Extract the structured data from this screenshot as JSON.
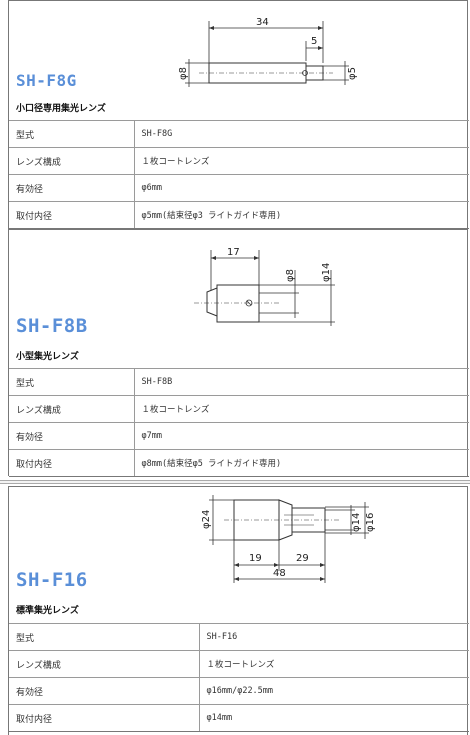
{
  "products": [
    {
      "model": "SH-F8G",
      "subtitle": "小口径専用集光レンズ",
      "diagram_labels": {
        "length": "34",
        "tip": "5",
        "d_left": "φ8",
        "d_right": "φ5"
      },
      "specs": [
        {
          "key": "型式",
          "value": "SH-F8G"
        },
        {
          "key": "レンズ構成",
          "value": "１枚コートレンズ"
        },
        {
          "key": "有効径",
          "value": "φ6mm"
        },
        {
          "key": "取付内径",
          "value": "φ5mm(結束径φ3 ライトガイド専用)"
        }
      ]
    },
    {
      "model": "SH-F8B",
      "subtitle": "小型集光レンズ",
      "diagram_labels": {
        "length": "17",
        "d_inner": "φ8",
        "d_outer": "φ14"
      },
      "specs": [
        {
          "key": "型式",
          "value": "SH-F8B"
        },
        {
          "key": "レンズ構成",
          "value": "１枚コートレンズ"
        },
        {
          "key": "有効径",
          "value": "φ7mm"
        },
        {
          "key": "取付内径",
          "value": "φ8mm(結束径φ5 ライトガイド専用)"
        }
      ]
    },
    {
      "model": "SH-F16",
      "subtitle": "標準集光レンズ",
      "diagram_labels": {
        "d_body": "φ24",
        "d_inner": "φ14",
        "d_outer": "φ16",
        "len_a": "19",
        "len_b": "29",
        "len_total": "48"
      },
      "specs": [
        {
          "key": "型式",
          "value": "SH-F16"
        },
        {
          "key": "レンズ構成",
          "value": "１枚コートレンズ"
        },
        {
          "key": "有効径",
          "value": "φ16mm/φ22.5mm"
        },
        {
          "key": "取付内径",
          "value": "φ14mm"
        }
      ]
    }
  ]
}
